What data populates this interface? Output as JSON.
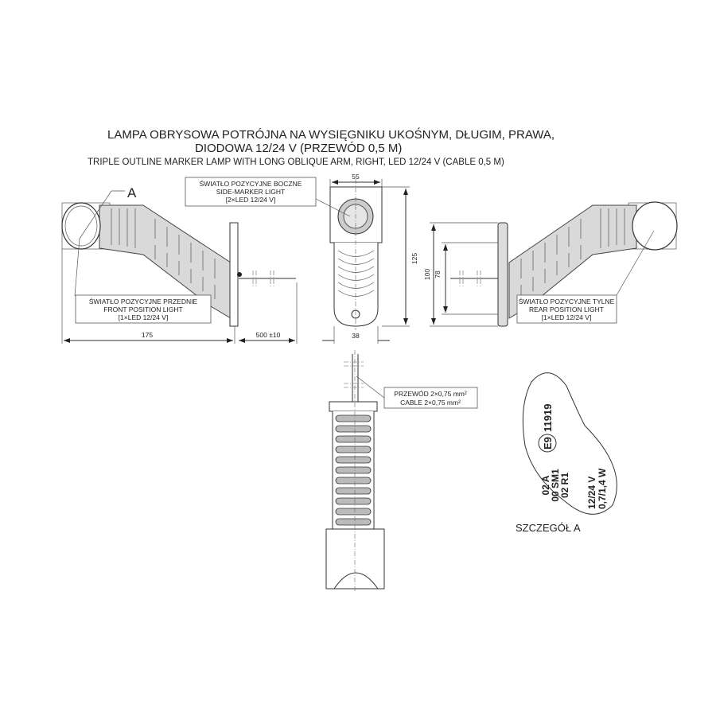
{
  "title": {
    "line1": "LAMPA OBRYSOWA POTRÓJNA  NA WYSIĘGNIKU UKOŚNYM, DŁUGIM, PRAWA,",
    "line2": "DIODOWA 12/24 V (PRZEWÓD 0,5 M)",
    "line3": "TRIPLE OUTLINE MARKER LAMP   WITH LONG OBLIQUE ARM, RIGHT, LED 12/24 V (CABLE 0,5 M)"
  },
  "callouts": {
    "detail_marker": "A",
    "side_marker": {
      "line1": "ŚWIATŁO POZYCYJNE BOCZNE",
      "line2": "SIDE-MARKER LIGHT",
      "line3": "[2×LED 12/24 V]"
    },
    "front": {
      "line1": "ŚWIATŁO POZYCYJNE PRZEDNIE",
      "line2": "FRONT POSITION LIGHT",
      "line3": "[1×LED 12/24 V]"
    },
    "rear": {
      "line1": "ŚWIATŁO POZYCYJNE TYLNE",
      "line2": "REAR POSITION LIGHT",
      "line3": "[1×LED 12/24 V]"
    },
    "cable": {
      "line1": "PRZEWÓD 2×0,75 mm²",
      "line2": "CABLE 2×0,75 mm²"
    }
  },
  "dimensions": {
    "arm_length": "175",
    "cable_length": "500 ±10",
    "width_top": "55",
    "width_bottom": "38",
    "height_total": "125",
    "plate_height": "100",
    "hole_spacing": "78"
  },
  "detail_a": {
    "caption": "SZCZEGÓŁ A",
    "approval_mark": "E9",
    "approval_number": "11919",
    "codes": [
      "02 A",
      "00 SM1",
      "02 R1"
    ],
    "rating": [
      "12/24 V",
      "0,7/1,4 W"
    ]
  }
}
